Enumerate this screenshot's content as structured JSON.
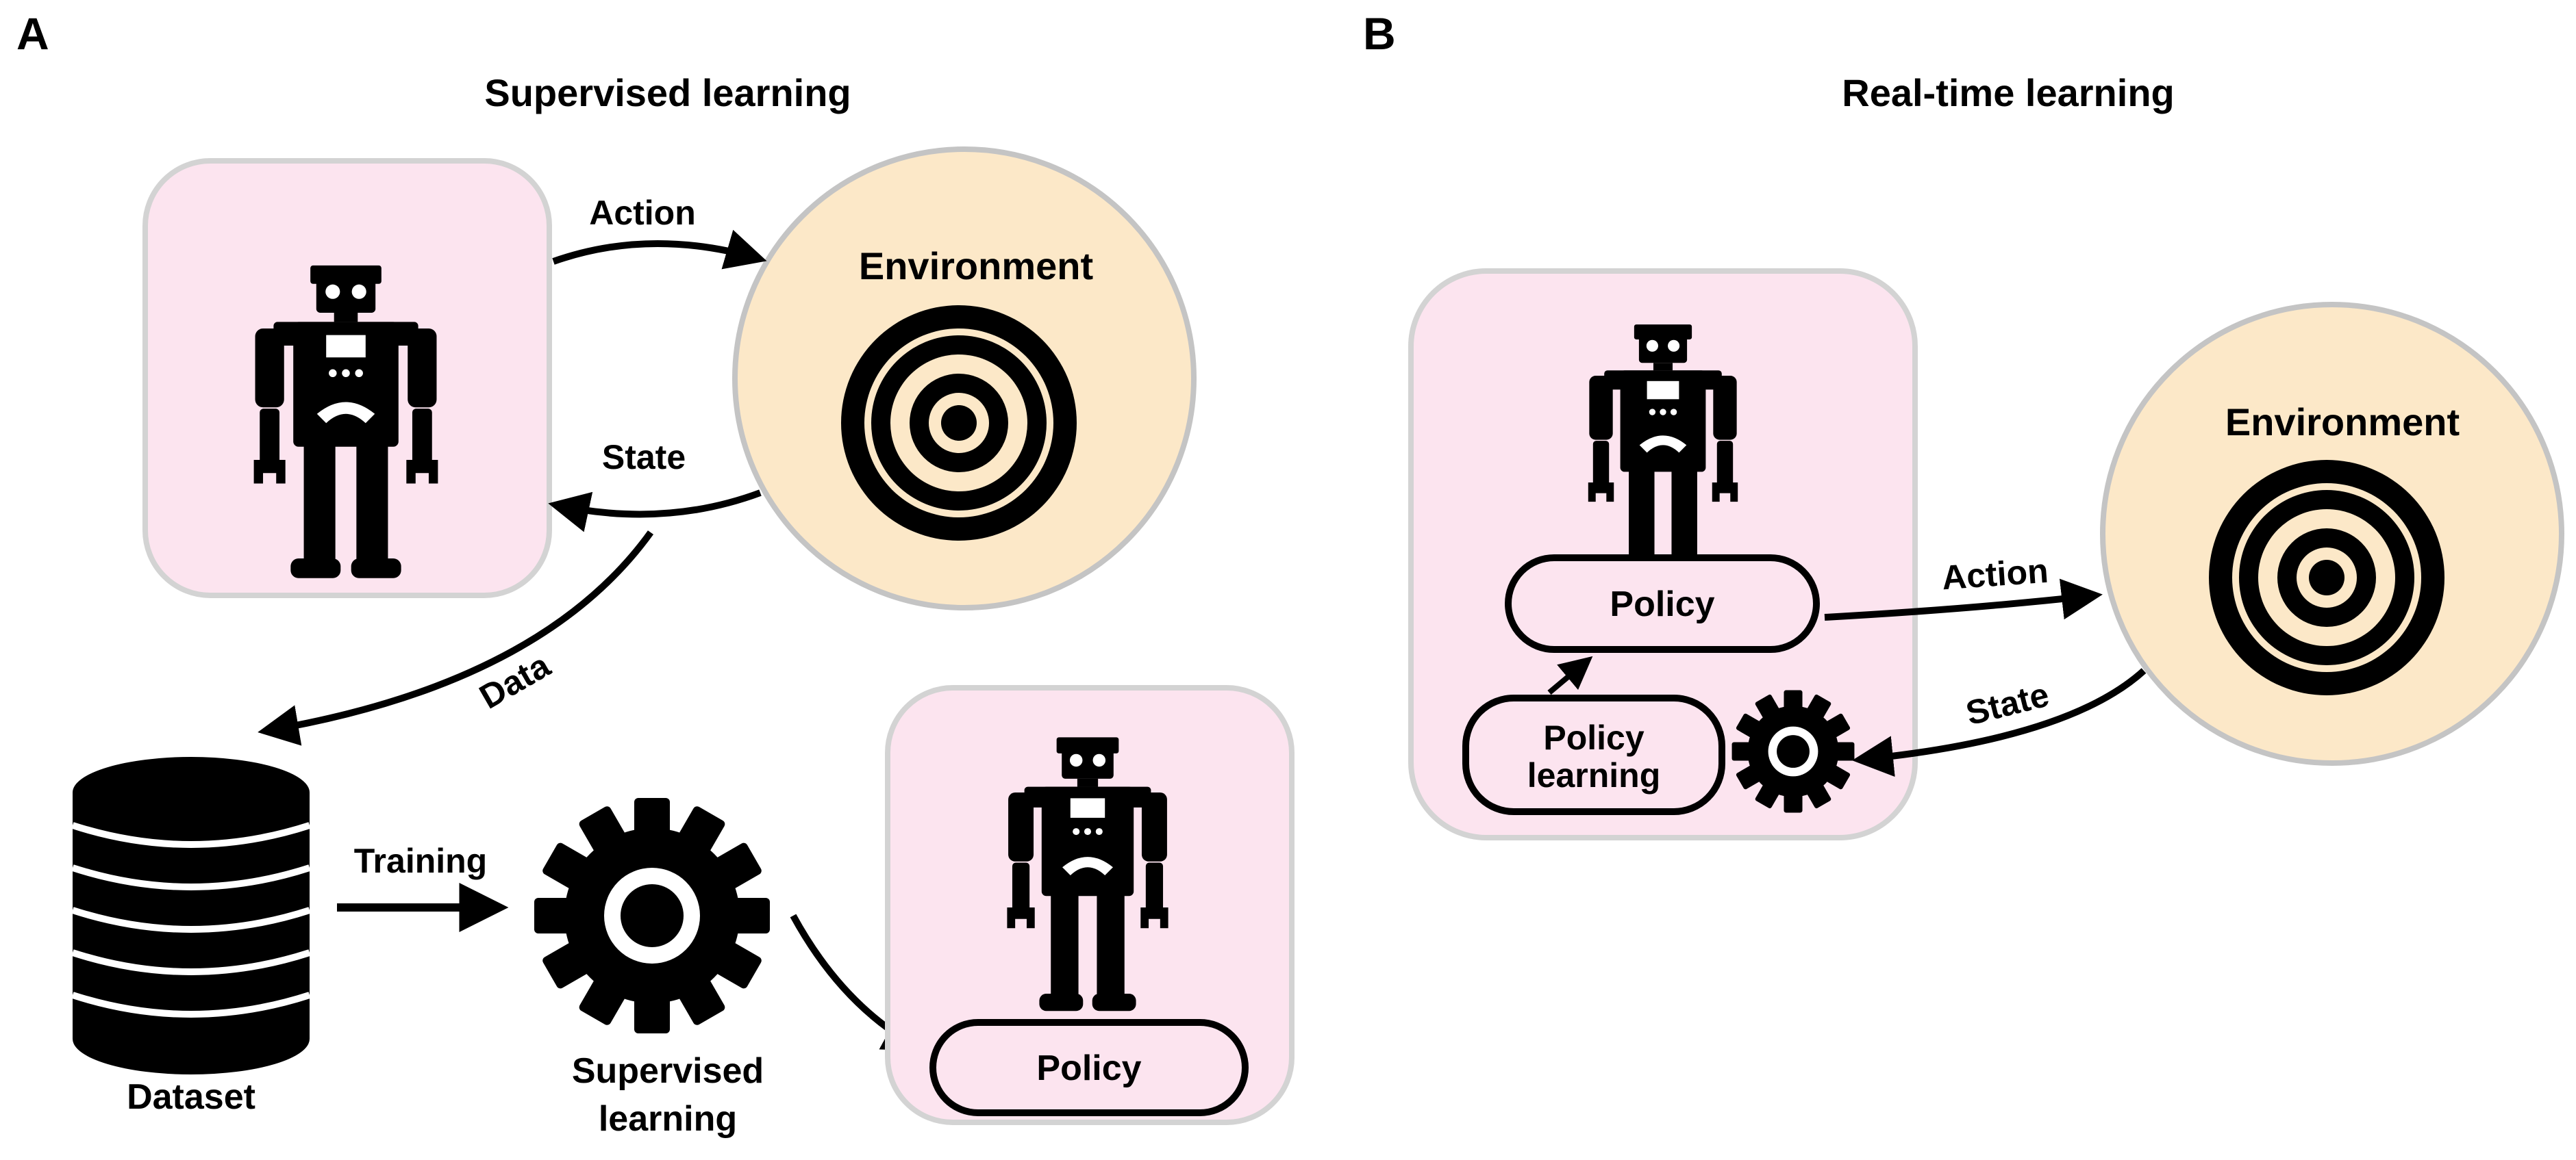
{
  "panel_a": {
    "letter": "A",
    "title": "Supervised learning",
    "environment_label": "Environment",
    "action_label": "Action",
    "state_label": "State",
    "data_label": "Data",
    "dataset_label": "Dataset",
    "training_label": "Training",
    "supervised_label_line1": "Supervised",
    "supervised_label_line2": "learning",
    "policy_label": "Policy"
  },
  "panel_b": {
    "letter": "B",
    "title": "Real-time learning",
    "environment_label": "Environment",
    "policy_label": "Policy",
    "policy_learning_line1": "Policy",
    "policy_learning_line2": "learning",
    "action_label": "Action",
    "state_label": "State"
  },
  "colors": {
    "agent_fill": "#fce4ef",
    "agent_stroke": "#d3d3d3",
    "environment_fill": "#fce8c8",
    "environment_stroke": "#c4c4c4",
    "ink": "#000000"
  },
  "icons": [
    "robot-icon",
    "target-icon",
    "gear-icon",
    "database-icon"
  ]
}
